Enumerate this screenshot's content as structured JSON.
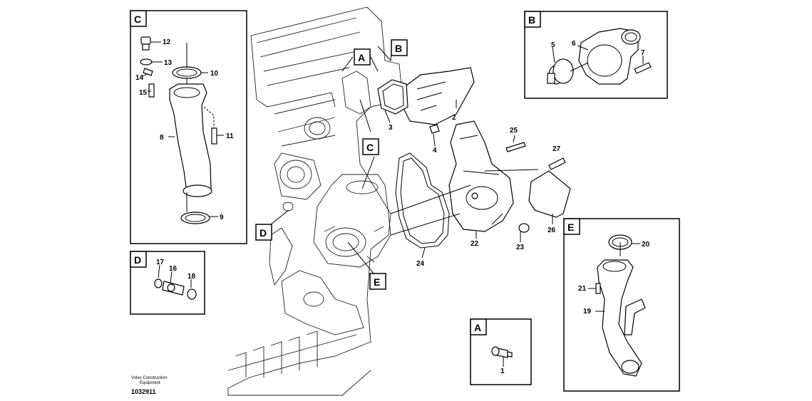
{
  "brand": {
    "line1": "Volvo Construction",
    "line2": "Equipment"
  },
  "document_number": "1032911",
  "detail_keys": {
    "a": "A",
    "b": "B",
    "c": "C",
    "d": "D",
    "e": "E"
  },
  "part_numbers": {
    "p1": "1",
    "p2": "2",
    "p3": "3",
    "p4": "4",
    "p5": "5",
    "p6": "6",
    "p7": "7",
    "p8": "8",
    "p9": "9",
    "p10": "10",
    "p11": "11",
    "p12": "12",
    "p13": "13",
    "p14": "14",
    "p15": "15",
    "p16": "16",
    "p17": "17",
    "p18": "18",
    "p19": "19",
    "p20": "20",
    "p21": "21",
    "p22": "22",
    "p23": "23",
    "p24": "24",
    "p25": "25",
    "p26": "26",
    "p27": "27"
  }
}
